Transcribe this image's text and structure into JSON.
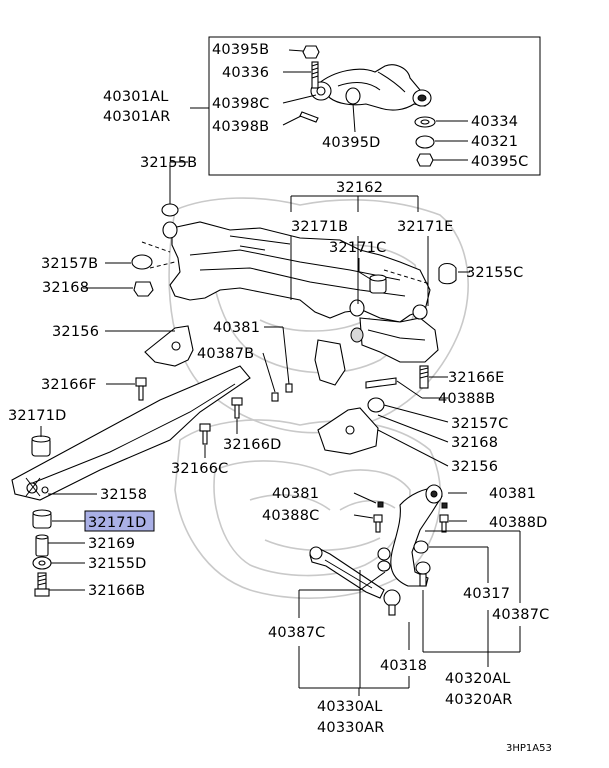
{
  "figure_code": "3HP1A53",
  "highlight_color": "#aab0e6",
  "upper_box": {
    "labels": {
      "p40395B": "40395B",
      "p40336": "40336",
      "p40301AL": "40301AL",
      "p40301AR": "40301AR",
      "p40398C": "40398C",
      "p40398B": "40398B",
      "p40395D": "40395D",
      "p40334": "40334",
      "p40321": "40321",
      "p40395C": "40395C"
    }
  },
  "crossmember": {
    "labels": {
      "p32155B": "32155B",
      "p32162": "32162",
      "p32171B": "32171B",
      "p32171E": "32171E",
      "p32171C": "32171C",
      "p32157B": "32157B",
      "p32155C": "32155C",
      "p32168a": "32168",
      "p32156a": "32156",
      "p40381a": "40381",
      "p40387B": "40387B",
      "p32166E": "32166E",
      "p32166F": "32166F",
      "p40388B": "40388B",
      "p32157C": "32157C",
      "p32171Da": "32171D",
      "p32168b": "32168",
      "p32166D": "32166D",
      "p32156b": "32156",
      "p32166C": "32166C",
      "p32158": "32158"
    }
  },
  "left_stack": {
    "labels": {
      "p32171Db": "32171D",
      "p32169": "32169",
      "p32155D": "32155D",
      "p32166B": "32166B"
    }
  },
  "lower_arm": {
    "labels": {
      "p40381b": "40381",
      "p40381c": "40381",
      "p40388C": "40388C",
      "p40388D": "40388D",
      "p40317": "40317",
      "p40387Ca": "40387C",
      "p40387Cb": "40387C",
      "p40318": "40318",
      "p40320AL": "40320AL",
      "p40320AR": "40320AR",
      "p40330AL": "40330AL",
      "p40330AR": "40330AR"
    }
  }
}
